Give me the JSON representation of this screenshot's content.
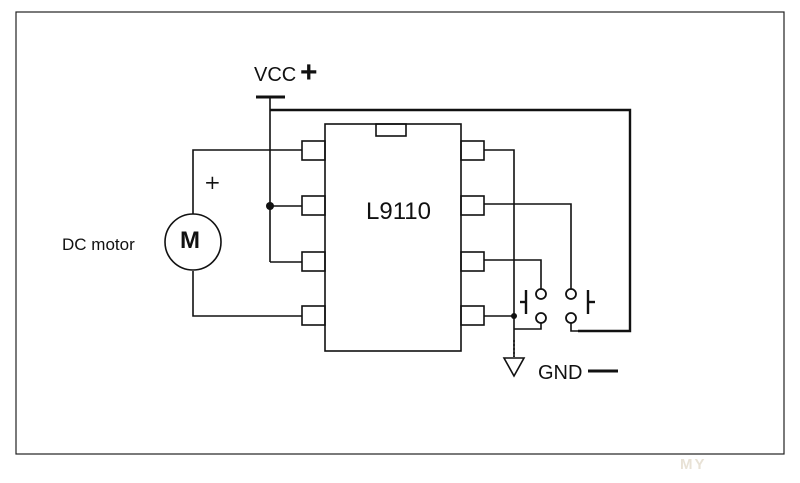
{
  "labels": {
    "vcc": "VCC",
    "vcc_sign": "+",
    "gnd": "GND",
    "gnd_sign": "—",
    "chip": "L9110",
    "motor_caption": "DC motor",
    "motor_symbol": "M",
    "motor_polarity": "+",
    "watermark": "MY"
  },
  "colors": {
    "wire": "#111111",
    "background": "#ffffff"
  }
}
